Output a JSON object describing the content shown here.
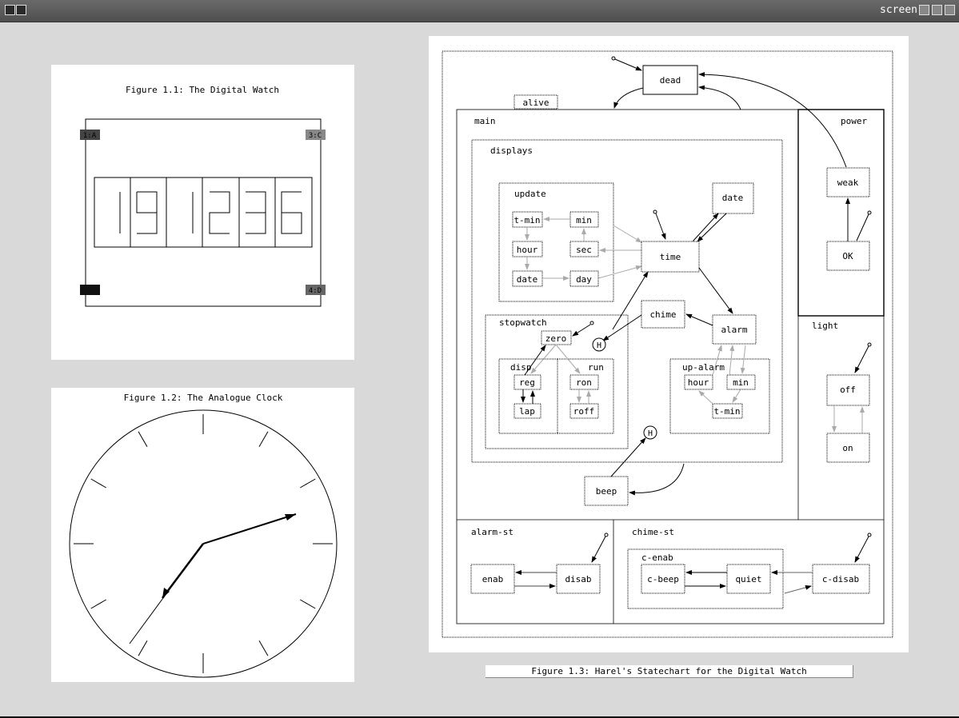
{
  "window": {
    "title": "screen"
  },
  "figure1": {
    "caption": "Figure 1.1: The Digital Watch",
    "buttons": {
      "a": "1:A",
      "c": "3:C",
      "b": "",
      "d": "4:D"
    },
    "digits": [
      "1",
      "9",
      "1",
      "2",
      "3",
      "6"
    ]
  },
  "figure2": {
    "caption": "Figure 1.2: The Analogue Clock"
  },
  "figure3": {
    "caption": "Figure 1.3: Harel's Statechart for the Digital Watch",
    "states": {
      "dead": "dead",
      "alive": "alive",
      "main": "main",
      "power": "power",
      "displays": "displays",
      "update": "update",
      "t_min": "t-min",
      "min": "min",
      "hour": "hour",
      "sec": "sec",
      "date_u": "date",
      "day": "day",
      "date": "date",
      "time": "time",
      "weak": "weak",
      "ok": "OK",
      "chime": "chime",
      "alarm": "alarm",
      "stopwatch": "stopwatch",
      "zero": "zero",
      "history": "H",
      "disp": "disp",
      "run": "run",
      "reg": "reg",
      "lap": "lap",
      "ron": "ron",
      "roff": "roff",
      "up_alarm": "up-alarm",
      "ua_hour": "hour",
      "ua_min": "min",
      "ua_tmin": "t-min",
      "beep": "beep",
      "light": "light",
      "off": "off",
      "on": "on",
      "alarm_st": "alarm-st",
      "enab": "enab",
      "disab": "disab",
      "chime_st": "chime-st",
      "c_enab": "c-enab",
      "c_beep": "c-beep",
      "quiet": "quiet",
      "c_disab": "c-disab"
    }
  }
}
